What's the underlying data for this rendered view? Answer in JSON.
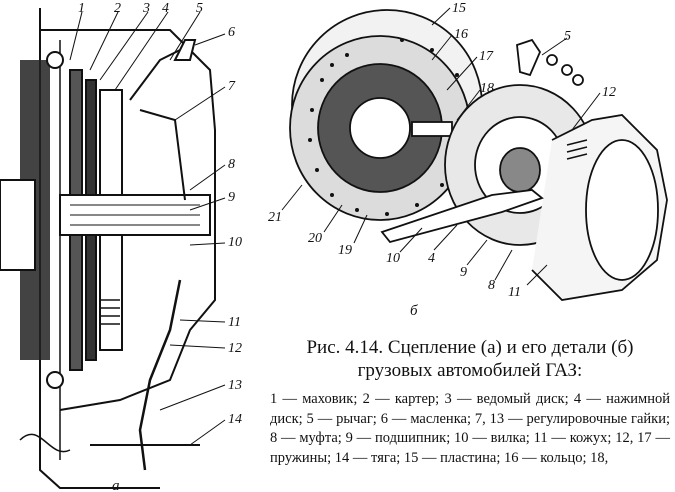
{
  "figure": {
    "left_labels": [
      "1",
      "2",
      "3",
      "4",
      "5",
      "6",
      "7",
      "8",
      "9",
      "10",
      "11",
      "12",
      "13",
      "14"
    ],
    "right_labels": [
      "15",
      "16",
      "17",
      "5",
      "18",
      "12",
      "21",
      "20",
      "19",
      "10",
      "4",
      "9",
      "8",
      "11"
    ],
    "sub_a": "а",
    "sub_b": "б"
  },
  "caption": {
    "title_line1": "Рис. 4.14. Сцепление (а) и его детали (б)",
    "title_line2": "грузовых автомобилей ГАЗ:",
    "legend": "1 — маховик; 2 — картер; 3 — ведомый диск; 4 — нажимной диск; 5 — рычаг; 6 — масленка; 7, 13 — регулировочные гайки; 8 — муфта; 9 — подшипник; 10 — вилка; 11 — кожух; 12, 17 — пружины; 14 — тяга; 15 — пластина; 16 — кольцо; 18,"
  }
}
